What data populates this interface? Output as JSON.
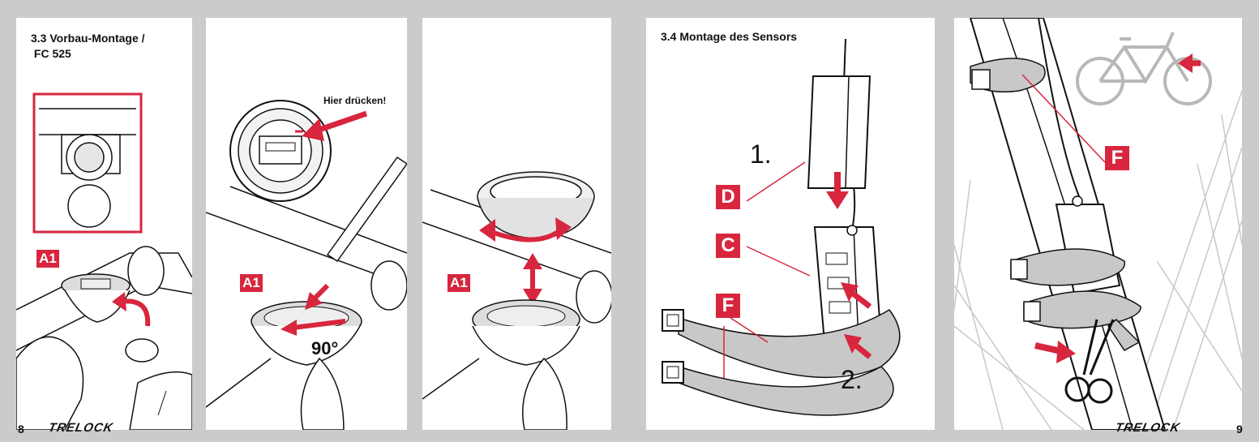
{
  "left_page": {
    "page_number": "8",
    "logo_text": "TRELOCK",
    "section_title": "3.3 Vorbau-Montage /\n FC 525",
    "panel2": {
      "press_here": "Hier drücken!",
      "angle": "90°"
    },
    "tags": {
      "a1": "A1"
    }
  },
  "right_page": {
    "page_number": "9",
    "logo_text": "TRELOCK",
    "section_title": "3.4 Montage des Sensors",
    "steps": {
      "step1": "1.",
      "step2": "2."
    },
    "tags": {
      "d": "D",
      "c": "C",
      "f": "F"
    }
  },
  "colors": {
    "accent_red": "#d7263d",
    "line": "#111111",
    "gray_fill": "#c8c8c8",
    "background": "#c9cbcc"
  },
  "icons": [
    "red-arrow-icon",
    "scissors-icon",
    "bicycle-icon",
    "double-arrow-icon"
  ]
}
